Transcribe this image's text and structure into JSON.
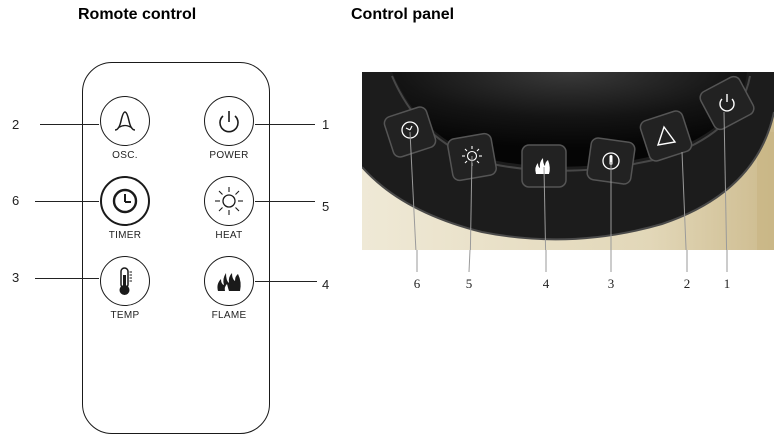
{
  "titles": {
    "remote": "Romote control",
    "panel": "Control panel"
  },
  "remote": {
    "buttons": [
      {
        "id": "osc",
        "label": "OSC.",
        "number": "2",
        "icon": "oscillate-icon"
      },
      {
        "id": "power",
        "label": "POWER",
        "number": "1",
        "icon": "power-icon"
      },
      {
        "id": "timer",
        "label": "TIMER",
        "number": "6",
        "icon": "clock-icon"
      },
      {
        "id": "heat",
        "label": "HEAT",
        "number": "5",
        "icon": "sun-icon"
      },
      {
        "id": "temp",
        "label": "TEMP",
        "number": "3",
        "icon": "thermometer-icon"
      },
      {
        "id": "flame",
        "label": "FLAME",
        "number": "4",
        "icon": "flame-icon"
      }
    ]
  },
  "panel": {
    "numbers": [
      "6",
      "5",
      "4",
      "3",
      "2",
      "1"
    ]
  },
  "colors": {
    "line": "#1a1a1a",
    "panel_ring": "#1c1c1c",
    "button_face": "#2a2a2a",
    "icon_white": "#ffffff"
  }
}
